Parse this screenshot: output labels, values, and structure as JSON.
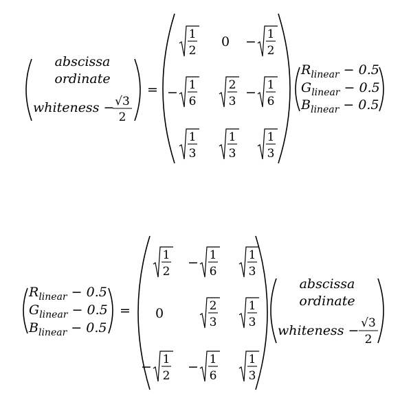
{
  "equations": {
    "forward": {
      "lhs": {
        "row1": "abscissa",
        "row2": "ordinate",
        "row3_prefix": "whiteness −",
        "row3_num": "√3",
        "row3_den": "2"
      },
      "equals": "=",
      "matrix": [
        [
          {
            "type": "sqrt",
            "sign": "",
            "num": "1",
            "den": "2"
          },
          {
            "type": "plain",
            "text": "0"
          },
          {
            "type": "sqrt",
            "sign": "−",
            "num": "1",
            "den": "2"
          }
        ],
        [
          {
            "type": "sqrt",
            "sign": "−",
            "num": "1",
            "den": "6"
          },
          {
            "type": "sqrt",
            "sign": "",
            "num": "2",
            "den": "3"
          },
          {
            "type": "sqrt",
            "sign": "−",
            "num": "1",
            "den": "6"
          }
        ],
        [
          {
            "type": "sqrt",
            "sign": "",
            "num": "1",
            "den": "3"
          },
          {
            "type": "sqrt",
            "sign": "",
            "num": "1",
            "den": "3"
          },
          {
            "type": "sqrt",
            "sign": "",
            "num": "1",
            "den": "3"
          }
        ]
      ],
      "vector": [
        {
          "base": "R",
          "sub": "linear",
          "rest": " − 0.5"
        },
        {
          "base": "G",
          "sub": "linear",
          "rest": " − 0.5"
        },
        {
          "base": "B",
          "sub": "linear",
          "rest": " − 0.5"
        }
      ]
    },
    "inverse": {
      "lhs": [
        {
          "base": "R",
          "sub": "linear",
          "rest": " − 0.5"
        },
        {
          "base": "G",
          "sub": "linear",
          "rest": " − 0.5"
        },
        {
          "base": "B",
          "sub": "linear",
          "rest": " − 0.5"
        }
      ],
      "equals": "=",
      "matrix": [
        [
          {
            "type": "sqrt",
            "sign": "",
            "num": "1",
            "den": "2"
          },
          {
            "type": "sqrt",
            "sign": "−",
            "num": "1",
            "den": "6"
          },
          {
            "type": "sqrt",
            "sign": "",
            "num": "1",
            "den": "3"
          }
        ],
        [
          {
            "type": "plain",
            "text": "0"
          },
          {
            "type": "sqrt",
            "sign": "",
            "num": "2",
            "den": "3"
          },
          {
            "type": "sqrt",
            "sign": "",
            "num": "1",
            "den": "3"
          }
        ],
        [
          {
            "type": "sqrt",
            "sign": "−",
            "num": "1",
            "den": "2"
          },
          {
            "type": "sqrt",
            "sign": "−",
            "num": "1",
            "den": "6"
          },
          {
            "type": "sqrt",
            "sign": "",
            "num": "1",
            "den": "3"
          }
        ]
      ],
      "vector": {
        "row1": "abscissa",
        "row2": "ordinate",
        "row3_prefix": "whiteness −",
        "row3_num": "√3",
        "row3_den": "2"
      }
    }
  }
}
